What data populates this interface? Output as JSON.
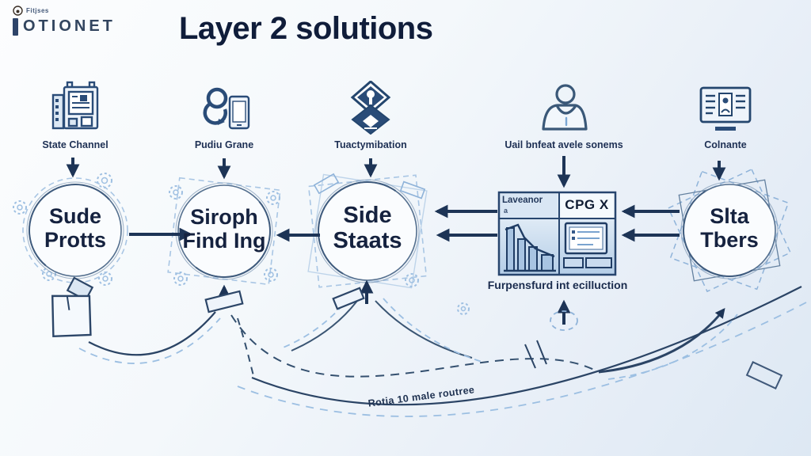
{
  "logo": {
    "tagline": "Fitjses",
    "name": "OTIONET"
  },
  "title": "Layer 2 solutions",
  "icon_row": [
    {
      "label": "State Channel",
      "icon": "building-documents-icon"
    },
    {
      "label": "Pudiu Grane",
      "icon": "chain-link-phone-icon"
    },
    {
      "label": "Tuactymibation",
      "icon": "double-diamond-icon"
    },
    {
      "label": "Uail bnfeat avele sonems",
      "icon": "person-icon"
    },
    {
      "label": "Colnante",
      "icon": "id-card-icon"
    }
  ],
  "nodes": [
    {
      "line1": "Sude",
      "line2": "Protts"
    },
    {
      "line1": "Siroph",
      "line2": "Find Ing"
    },
    {
      "line1": "Side",
      "line2": "Staats"
    },
    {
      "line1": "Slta",
      "line2": "Tbers"
    }
  ],
  "center_box": {
    "top_left": "Laveanor",
    "top_left_sub": "a",
    "top_right": "CPG X",
    "caption": "Furpensfurd int ecilluction"
  },
  "curve_label": "Rotia 10 male routree",
  "colors": {
    "navy_text": "#15223f",
    "arrow": "#1d3456",
    "sketch_stroke": "#55708f",
    "light_blue": "#a9c6e4",
    "box_border": "#27456e"
  }
}
